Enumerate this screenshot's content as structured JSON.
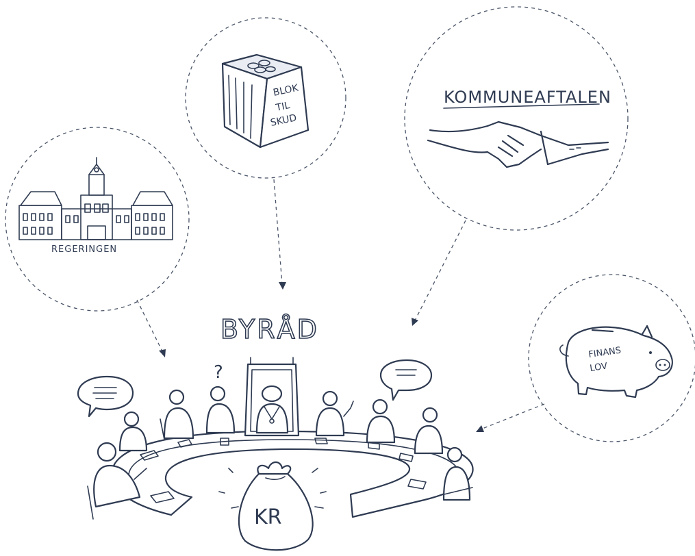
{
  "diagram": {
    "center": {
      "title": "BYRÅD"
    },
    "nodes": [
      {
        "id": "regeringen",
        "label": "REGERINGEN",
        "icon": "parliament-building-icon"
      },
      {
        "id": "bloktilskud",
        "label_lines": [
          "BLOK",
          "TIL",
          "SKUD"
        ],
        "icon": "cube-icon"
      },
      {
        "id": "kommuneaftalen",
        "label": "KOMMUNEAFTALEN",
        "icon": "handshake-icon"
      },
      {
        "id": "finanslov",
        "label_lines": [
          "FINANS",
          "LOV"
        ],
        "icon": "piggy-bank-icon"
      }
    ],
    "table": {
      "question_mark": "?",
      "money_bag_label": "KR"
    }
  },
  "colors": {
    "ink": "#2f3b52",
    "dash": "#4a5568",
    "background": "#ffffff"
  }
}
